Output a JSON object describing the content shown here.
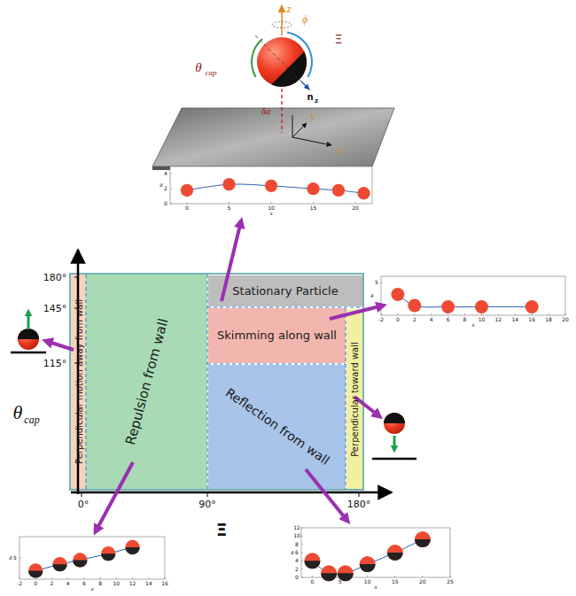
{
  "diagram": {
    "nodes": [
      {
        "text": [
          "Perpendicular motion away from wall"
        ]
      },
      {
        "text": [
          "Repulsion from wall"
        ]
      },
      {
        "text": [
          "Stationary Particle"
        ]
      },
      {
        "text": [
          "Skimming along wall"
        ]
      },
      {
        "text": [
          "Reflection from wall"
        ]
      },
      {
        "text": [
          "Perpendicular toward wall"
        ]
      }
    ],
    "labels": [
      "z",
      "ϕ",
      "Ξ",
      "θ",
      "cap",
      "n",
      "z",
      "δa",
      "x",
      "y",
      "180°",
      "145°",
      "115°",
      "θ",
      "cap",
      "0°",
      "90°",
      "180°",
      "Ξ",
      "δ",
      "4",
      "2",
      "0",
      "0",
      "5",
      "10",
      "15",
      "20",
      "x",
      "δ",
      "5",
      "-2",
      "0",
      "2",
      "4",
      "6",
      "8",
      "10",
      "12",
      "14",
      "16",
      "18",
      "20",
      "x",
      "δ",
      "5",
      "-2",
      "0",
      "2",
      "4",
      "6",
      "8",
      "10",
      "12",
      "14",
      "16",
      "x",
      "δ",
      "12",
      "10",
      "8",
      "6",
      "4",
      "2",
      "0",
      "0",
      "5",
      "10",
      "15",
      "20",
      "25",
      "x"
    ]
  }
}
